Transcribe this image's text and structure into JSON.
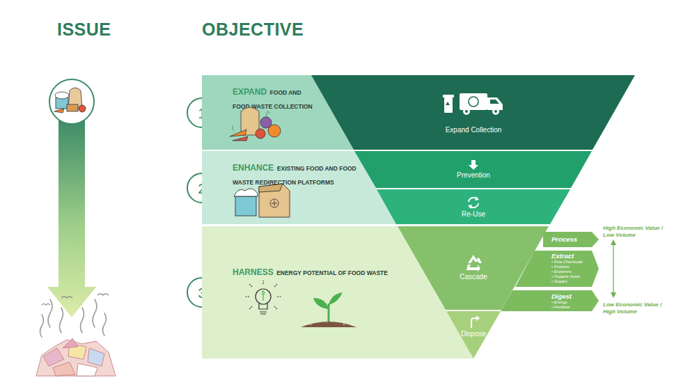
{
  "diagram": {
    "nodes": [
      {
        "text": [
          "1"
        ]
      },
      {
        "text": [
          "EXPAND",
          "FOOD AND FOOD WASTE COLLECTION"
        ]
      },
      {
        "text": [
          "Expand Collection"
        ]
      },
      {
        "text": [
          "2"
        ]
      },
      {
        "text": [
          "ENHANCE",
          "EXISTING FOOD AND FOOD WASTE REDIRECTION PLATFORMS"
        ]
      },
      {
        "text": [
          "Prevention"
        ]
      },
      {
        "text": [
          "Re-Use"
        ]
      },
      {
        "text": [
          "3"
        ]
      },
      {
        "text": [
          "HARNESS",
          "ENERGY POTENTIAL OF FOOD WASTE"
        ]
      },
      {
        "text": [
          "Cascade"
        ]
      },
      {
        "text": [
          "Dispose"
        ]
      },
      {
        "text": [
          "Process"
        ]
      },
      {
        "text": [
          "Extract",
          "• Fine Chemicals",
          "• Proteins",
          "• Enzymes",
          "• Organic Acids",
          "• Sugars"
        ]
      },
      {
        "text": [
          "Digest",
          "• Energy",
          "• Fertilizer"
        ]
      }
    ],
    "labels": [
      "ISSUE",
      "OBJECTIVE",
      "High Economic Value / Low Volume",
      "Low Economic Value / High Volume"
    ]
  }
}
